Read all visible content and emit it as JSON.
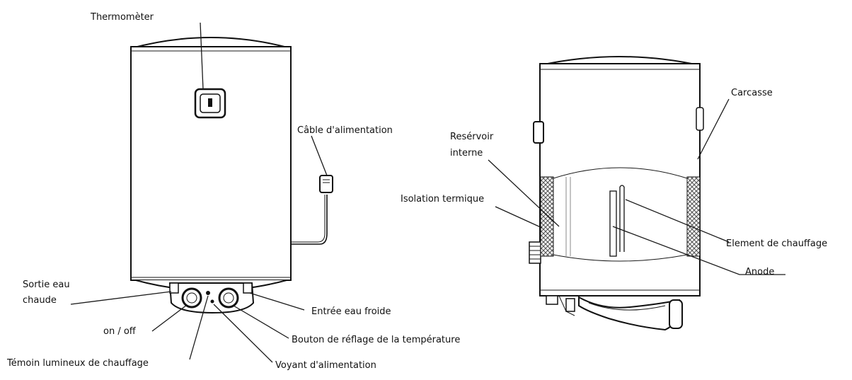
{
  "labels": {
    "thermometer": "Thermomèter",
    "power_cable": "Câble d'alimentation",
    "hot_water_outlet_line1": "Sortie eau",
    "hot_water_outlet_line2": "chaude",
    "cold_water_inlet": "Entrée eau froide",
    "on_off": "on / off",
    "temperature_knob": "Bouton de réflage de la température",
    "heating_indicator": "Témoin lumineux de chauffage",
    "power_indicator": "Voyant d'alimentation",
    "casing": "Carcasse",
    "inner_tank_line1": "Resérvoir",
    "inner_tank_line2": "interne",
    "thermal_insulation": "Isolation termique",
    "heating_element": "Element de chauffage",
    "anode": "Anode"
  },
  "colors": {
    "line": "#1a1a1a",
    "text": "#111111",
    "insulation": "#555555"
  }
}
